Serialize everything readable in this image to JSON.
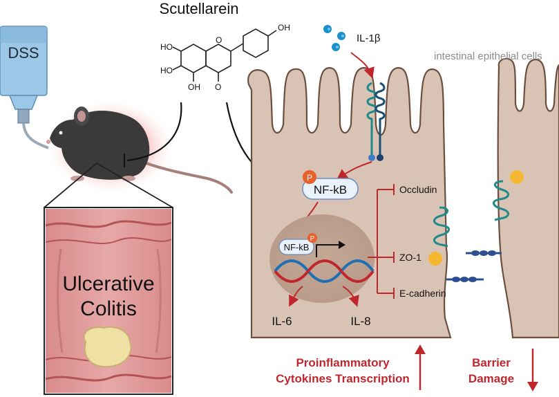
{
  "compound": {
    "name": "Scutellarein",
    "atoms": {
      "oh_top_right": "OH",
      "ho_left_top": "HO",
      "ho_left_mid": "HO",
      "oh_bottom": "OH",
      "o_ring": "O",
      "o_keto": "O"
    }
  },
  "inducer": "DSS",
  "cytokine_ligand": "IL-1β",
  "cell_label": "intestinal epithelial cells",
  "colon_label_line1": "Ulcerative",
  "colon_label_line2": "Colitis",
  "phospho": "P",
  "nfkb_cytoplasm": "NF-kB",
  "nfkb_nucleus": "NF-kB",
  "tight_junction_proteins": [
    "Occludin",
    "ZO-1",
    "E-cadherin"
  ],
  "cytokines": [
    "IL-6",
    "IL-8"
  ],
  "outcome_left": {
    "line1": "Proinflammatory",
    "line2": "Cytokines Transcription",
    "direction": "up"
  },
  "outcome_right": {
    "line1": "Barrier",
    "line2": "Damage",
    "direction": "down"
  },
  "colors": {
    "cell_fill": "#d9c3b4",
    "cell_stroke": "#6b4e3d",
    "inhibition_red": "#c0272d",
    "receptor_teal": "#1f8a8a",
    "ligand_blue": "#1a8fc9",
    "junction_navy": "#2e4f8f",
    "phospho_orange": "#e8602c",
    "zo1_yellow": "#f5b731"
  }
}
